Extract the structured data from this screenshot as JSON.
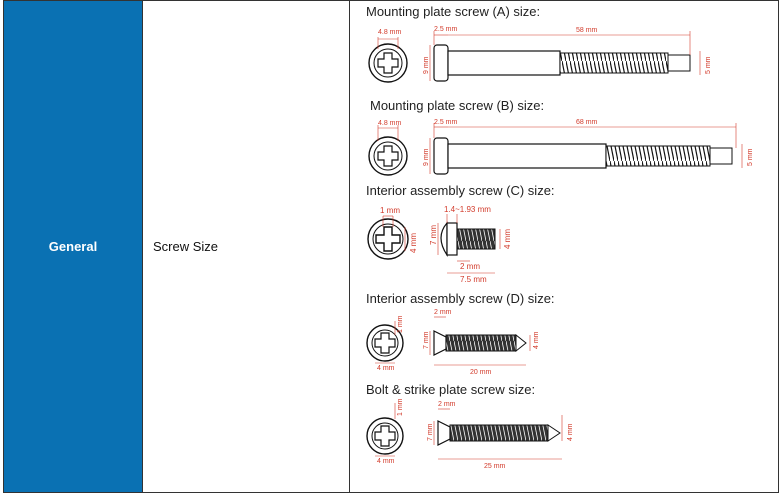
{
  "row": {
    "category": "General",
    "feature": "Screw Size"
  },
  "screws": [
    {
      "title": "Mounting plate screw (A) size:",
      "dims": {
        "head_dia": "4.8 mm",
        "head_len": "2.5 mm",
        "length": "58 mm",
        "head_h": "9 mm",
        "thread_d": "5 mm"
      }
    },
    {
      "title": "Mounting plate screw (B) size:",
      "dims": {
        "head_dia": "4.8 mm",
        "head_len": "2.5 mm",
        "length": "68 mm",
        "head_h": "9 mm",
        "thread_d": "5 mm"
      }
    },
    {
      "title": "Interior assembly screw (C) size:",
      "dims": {
        "slot": "1 mm",
        "head_len": "1.4~1.93 mm",
        "head_dia": "4 mm",
        "head_h": "7 mm",
        "thread_d": "4 mm",
        "thread_len": "2 mm",
        "length": "7.5 mm"
      }
    },
    {
      "title": "Interior assembly screw (D) size:",
      "dims": {
        "slot": "1 mm",
        "head_len": "2 mm",
        "head_dia": "4 mm",
        "head_h": "7 mm",
        "thread_d": "4 mm",
        "length": "20 mm"
      }
    },
    {
      "title": "Bolt & strike plate screw size:",
      "dims": {
        "slot": "1 mm",
        "head_len": "2 mm",
        "head_dia": "4 mm",
        "head_h": "7 mm",
        "thread_d": "4 mm",
        "length": "25 mm"
      }
    }
  ],
  "colors": {
    "category_bg": "#0a71b3",
    "dimension": "#d23a2a"
  }
}
